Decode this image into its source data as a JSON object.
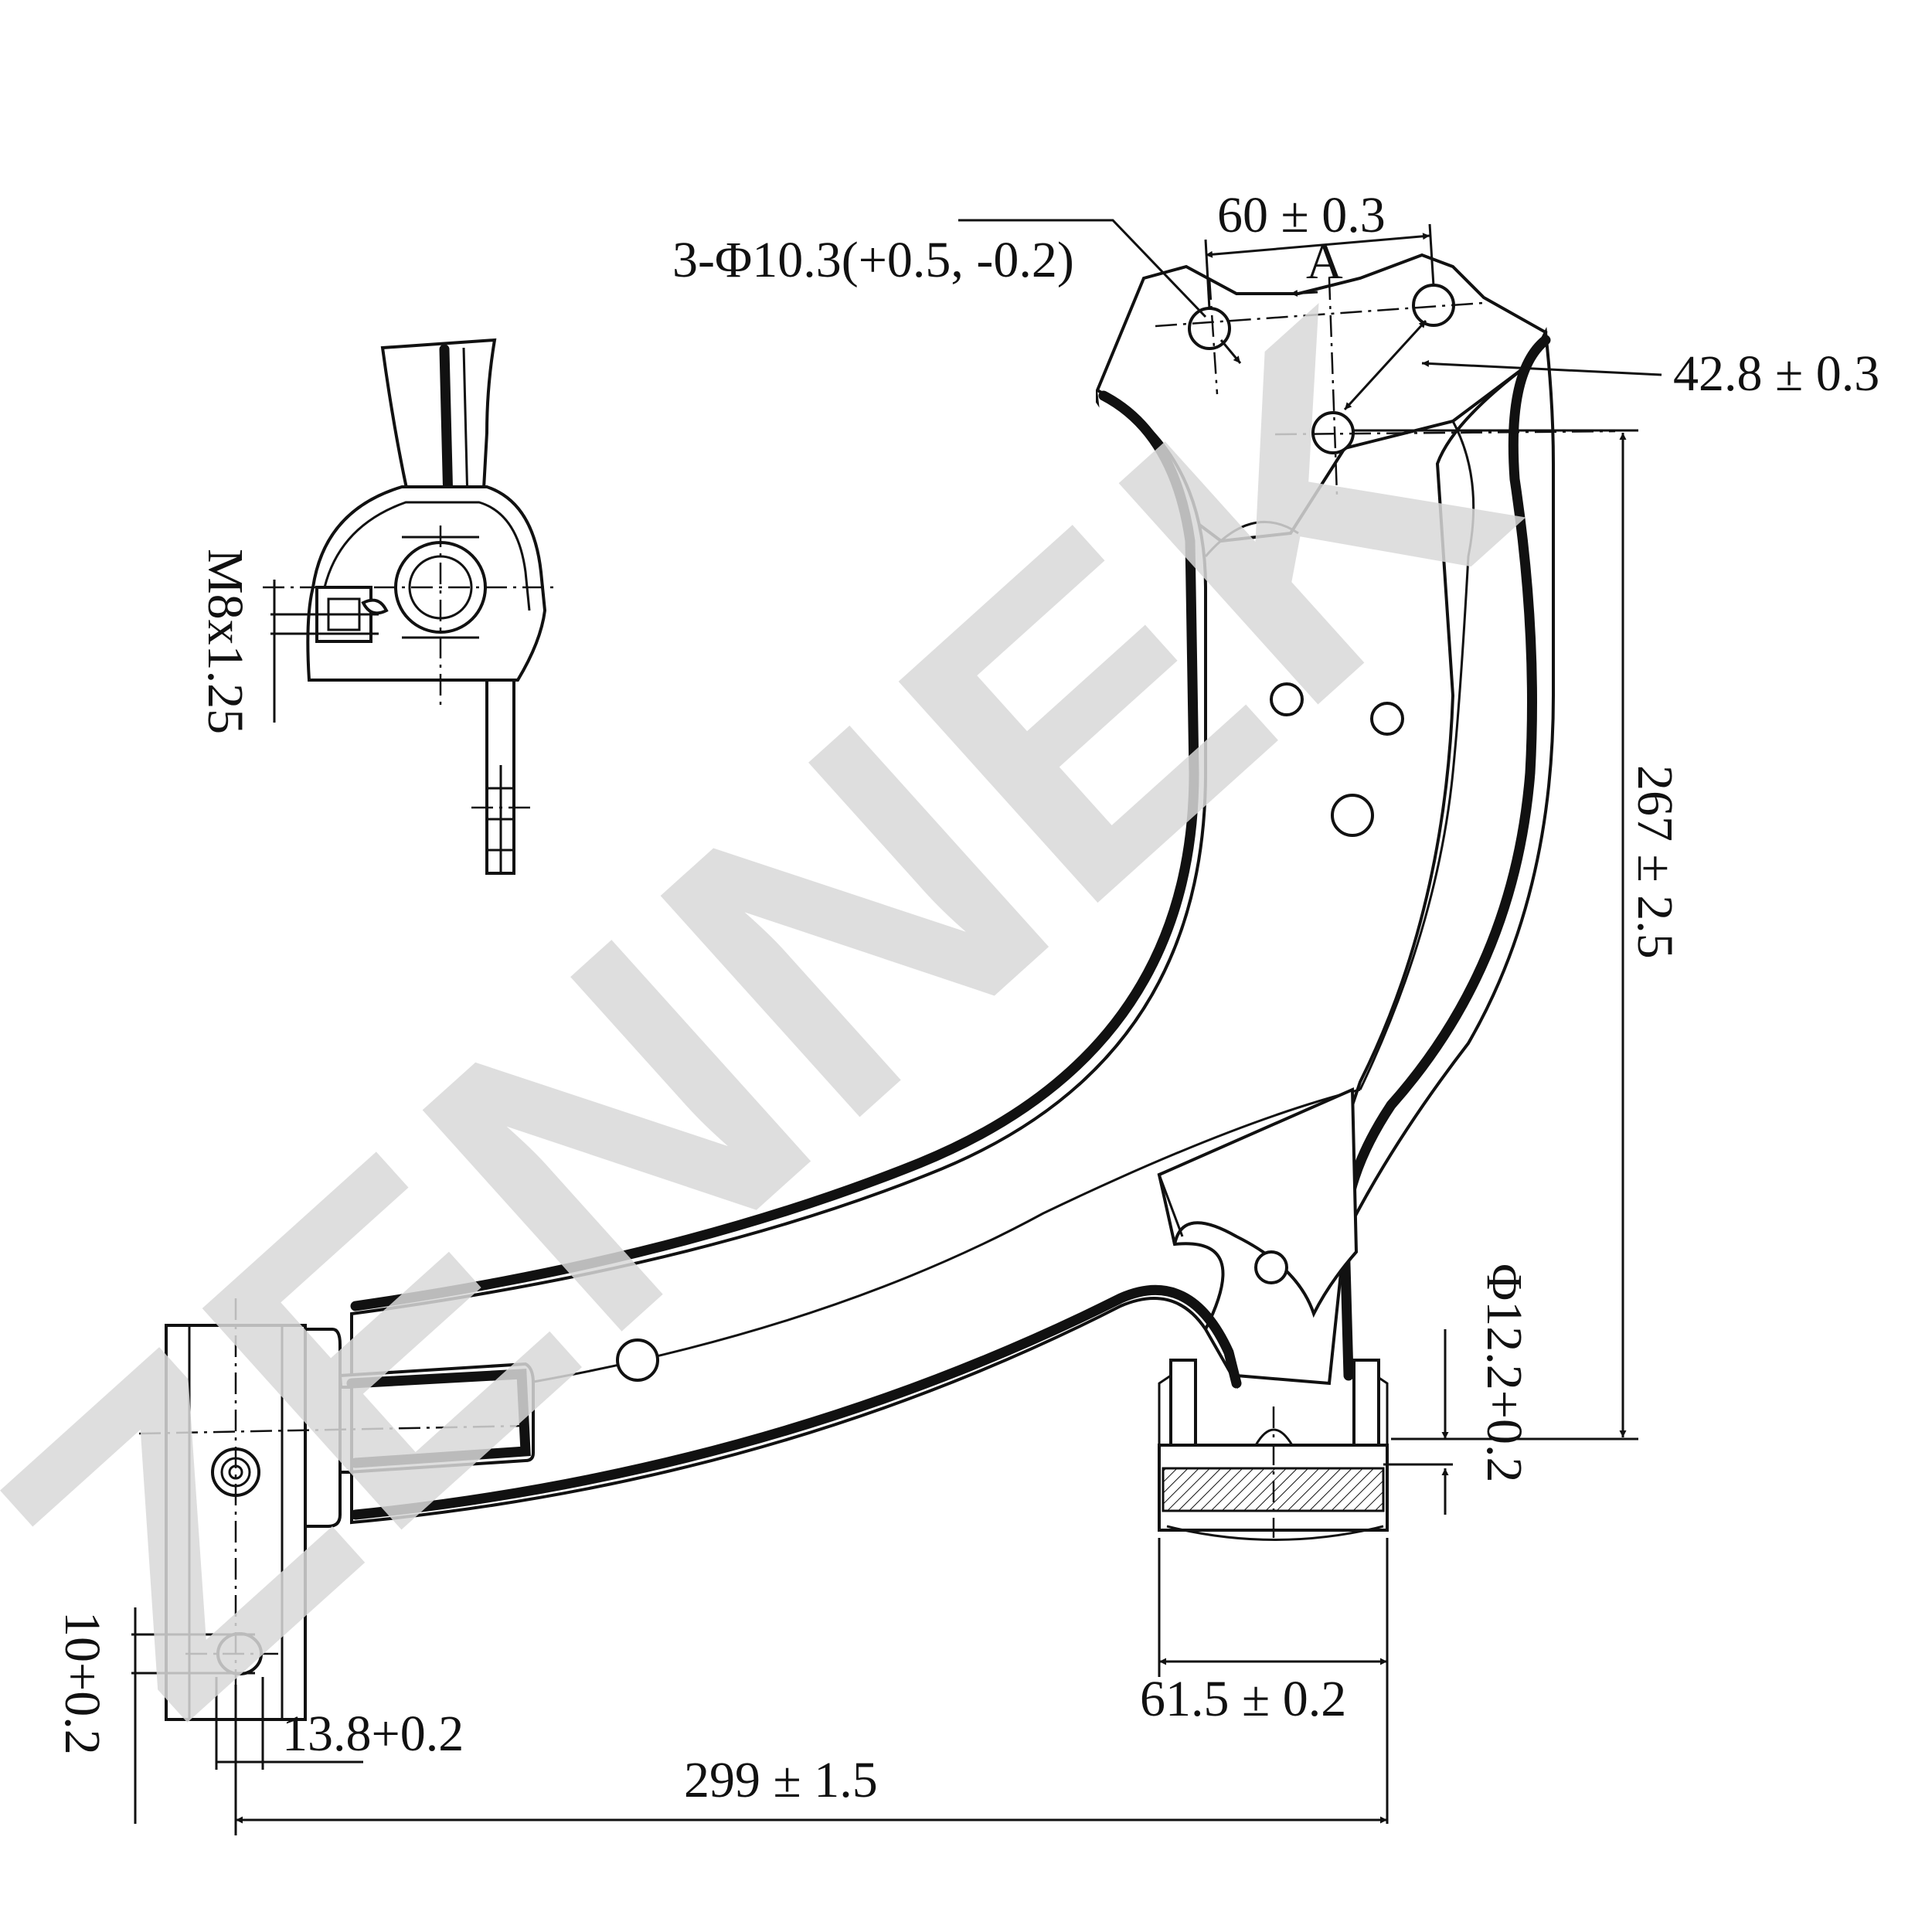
{
  "watermark": {
    "text": "ZENNEK",
    "color": "#d9d9d9"
  },
  "dimensions": {
    "top_width": "60 ± 0.3",
    "datum": "A",
    "hole_spec": "3-Φ10.3(+0.5, -0.2)",
    "hole_spacing": "42.8 ± 0.3",
    "height": "267 ± 2.5",
    "bushing_diameter": "Φ12.2+0.2",
    "bushing_width": "61.5 ± 0.2",
    "overall_length": "299 ± 1.5",
    "slot_width": "13.8+0.2",
    "slot_height": "10+0.2",
    "thread": "M8x1.25"
  }
}
